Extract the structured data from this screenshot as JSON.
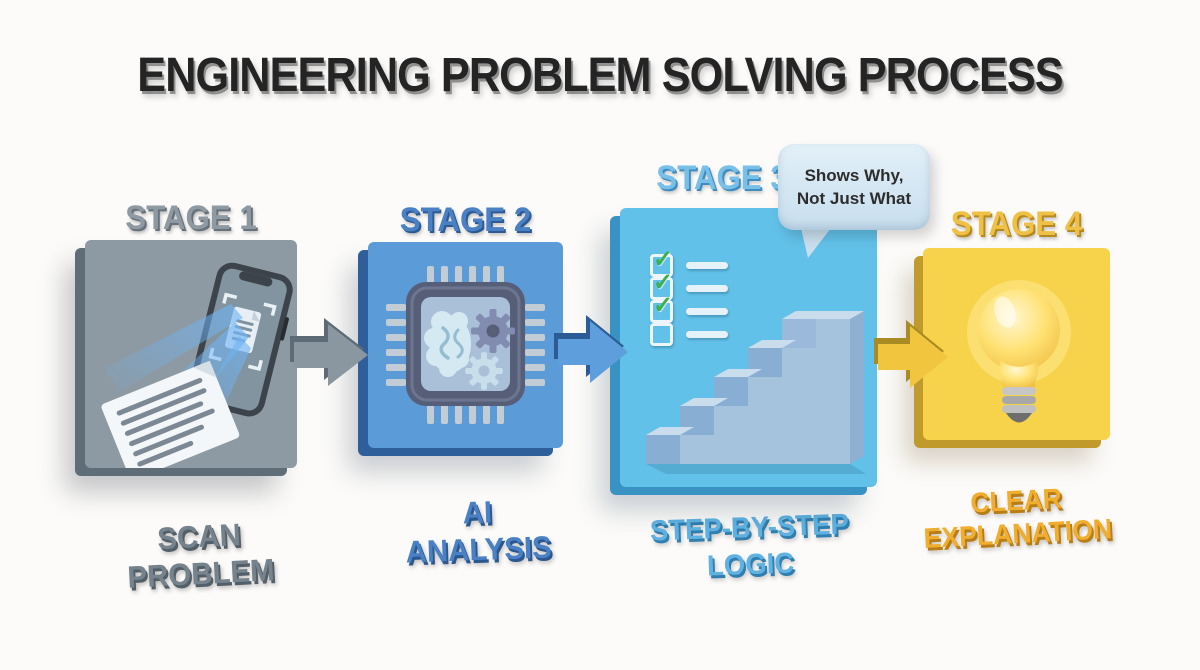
{
  "title": "ENGINEERING PROBLEM SOLVING PROCESS",
  "stages": [
    {
      "label": "STAGE 1",
      "caption_line1": "SCAN",
      "caption_line2": "PROBLEM",
      "icon": "phone-scan-icon",
      "box_color": "#8d9aa3",
      "label_color": "#8e99a2",
      "caption_color": "#76838d"
    },
    {
      "label": "STAGE 2",
      "caption_line1": "AI",
      "caption_line2": "ANALYSIS",
      "icon": "ai-chip-icon",
      "box_color": "#5b9bd8",
      "label_color": "#4a80c4",
      "caption_color": "#4a80c4"
    },
    {
      "label": "STAGE 3",
      "caption_line1": "STEP-BY-STEP",
      "caption_line2": "LOGIC",
      "icon": "stairs-checklist-icon",
      "box_color": "#62c1e8",
      "label_color": "#79c0e8",
      "caption_color": "#5fb2e2"
    },
    {
      "label": "STAGE 4",
      "caption_line1": "CLEAR",
      "caption_line2": "EXPLANATION",
      "icon": "lightbulb-icon",
      "box_color": "#f7d34c",
      "label_color": "#eec045",
      "caption_color": "#f0ad2e"
    }
  ],
  "bubble": {
    "line1": "Shows Why,",
    "line2": "Not Just What",
    "bg_color": "#d3e6f3"
  },
  "checklist": {
    "glyphs": [
      "✓",
      "✓",
      "✓",
      ""
    ],
    "states": [
      "checked",
      "checked",
      "checked",
      "unchecked"
    ],
    "check_color": "#3cb04c"
  },
  "arrows": [
    {
      "direction": "right",
      "color": "#8a97a0"
    },
    {
      "direction": "right",
      "color": "#5e9edc"
    },
    {
      "direction": "right",
      "color": "#f2c53f"
    }
  ]
}
